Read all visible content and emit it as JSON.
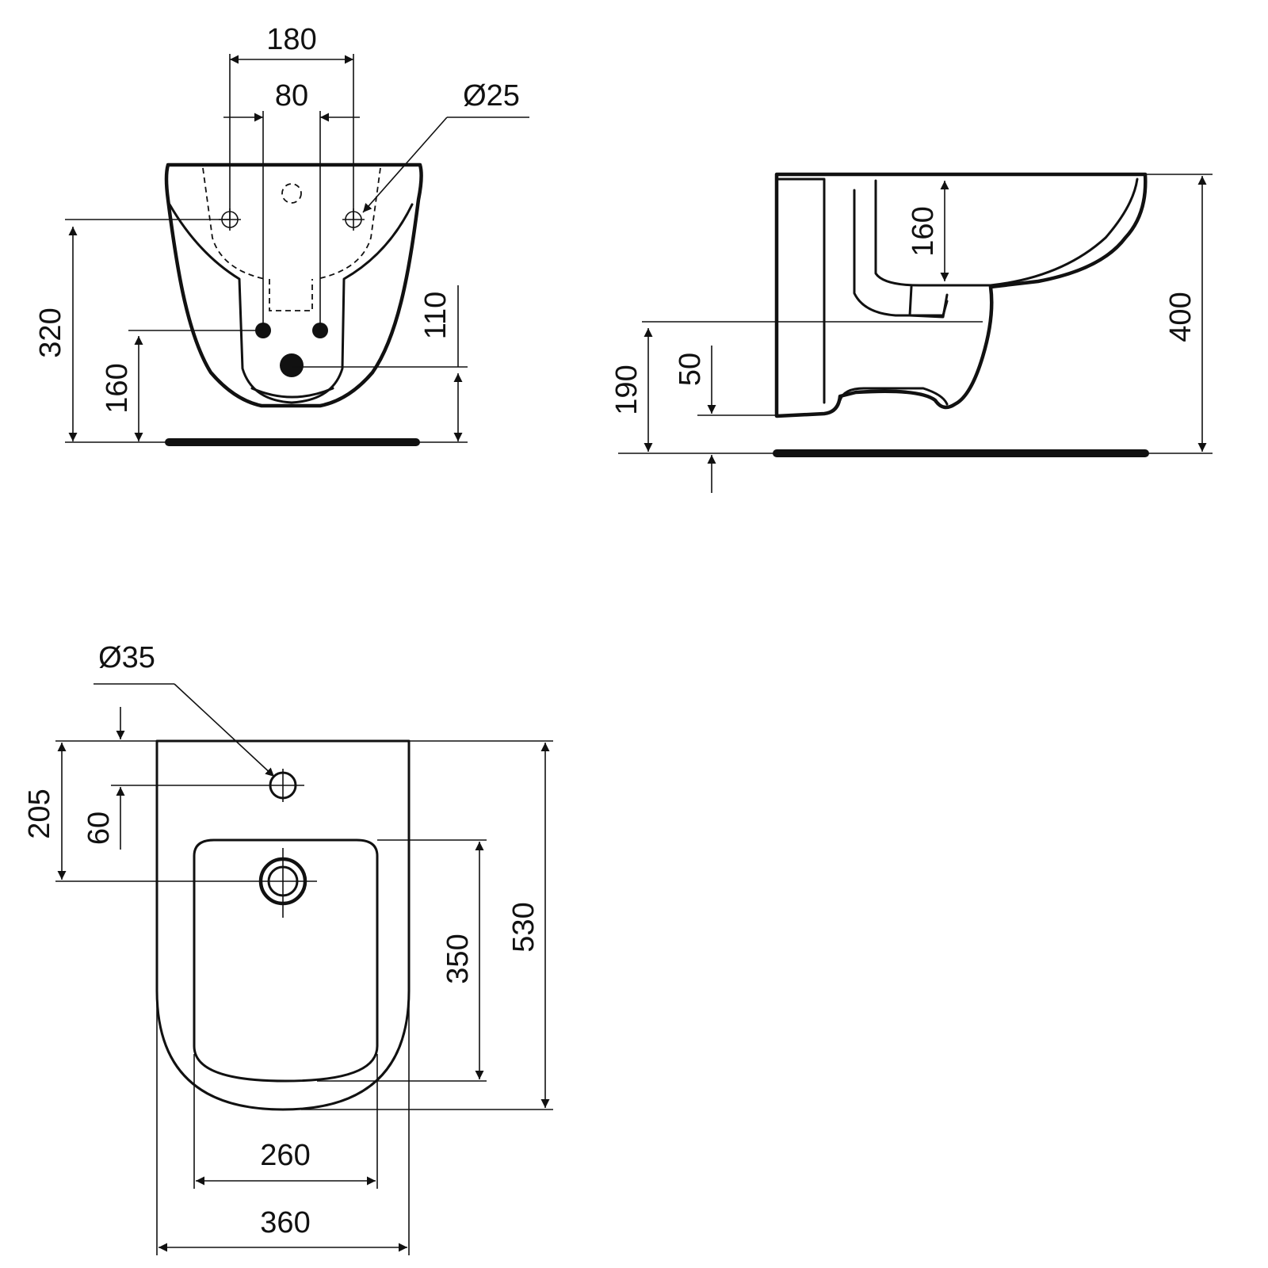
{
  "front_view": {
    "dim_width_outer": "180",
    "dim_width_inner": "80",
    "dim_tap_hole": "Ø25",
    "dim_fixing_height": "320",
    "dim_waste_height": "160",
    "dim_waste_offset": "110"
  },
  "side_view": {
    "dim_bowl_depth": "160",
    "dim_total_height": "400",
    "dim_inlet_height": "190",
    "dim_base_offset": "50"
  },
  "top_view": {
    "dim_tap_hole": "Ø35",
    "dim_tap_to_waste": "205",
    "dim_tap_offset": "60",
    "dim_bowl_length": "350",
    "dim_total_length": "530",
    "dim_bowl_width": "260",
    "dim_total_width": "360"
  },
  "colors": {
    "line": "#111111",
    "background": "#ffffff"
  }
}
